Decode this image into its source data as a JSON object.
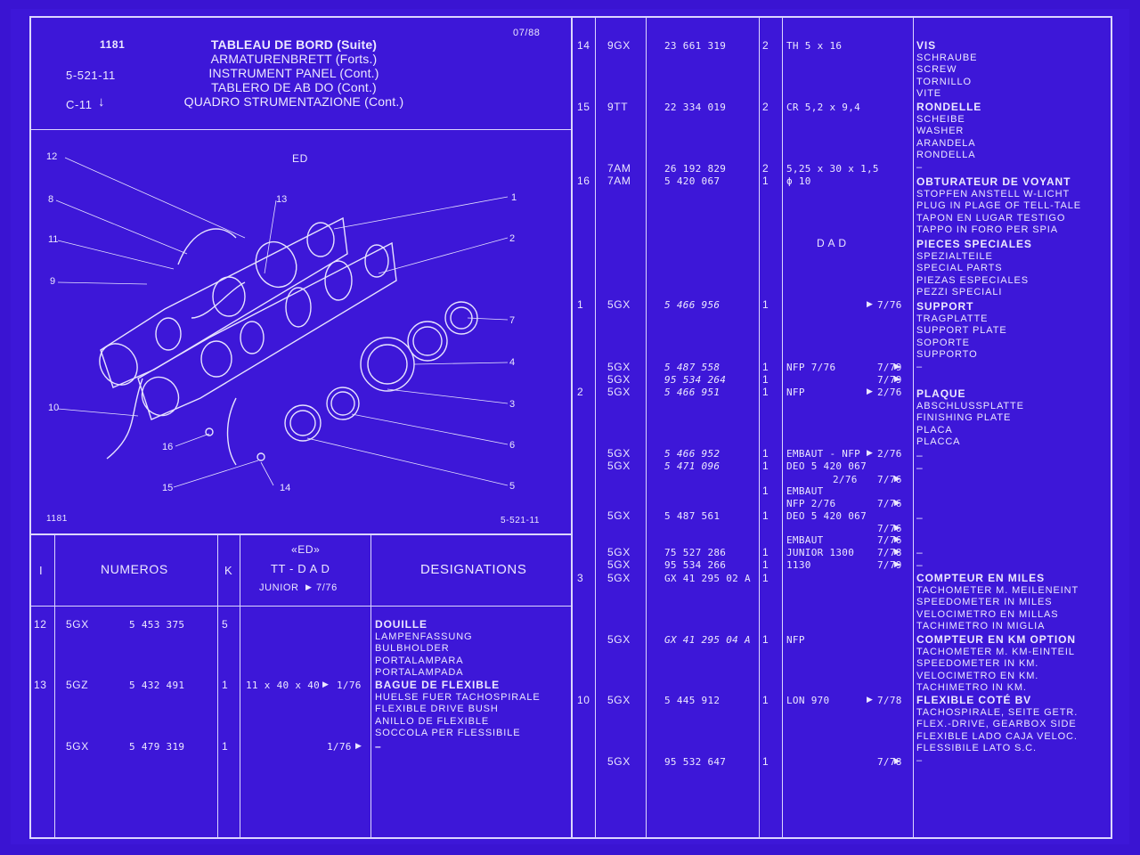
{
  "header": {
    "page_no": "1181",
    "date": "07/88",
    "ref_left": "5-521-11",
    "ref_c": "C-11",
    "titles": [
      "TABLEAU DE BORD (Suite)",
      "ARMATURENBRETT (Forts.)",
      "INSTRUMENT PANEL (Cont.)",
      "TABLERO DE AB    DO (Cont.)",
      "QUADRO STRUMENTAZIONE (Cont.)"
    ]
  },
  "diagram": {
    "model_label": "ED",
    "footer_left": "1181",
    "footer_right": "5-521-11",
    "callouts": [
      "12",
      "8",
      "11",
      "9",
      "10",
      "16",
      "15",
      "14",
      "13",
      "1",
      "2",
      "7",
      "4",
      "3",
      "6",
      "5"
    ]
  },
  "table_header": {
    "col_i": "I",
    "col_numeros": "NUMEROS",
    "col_k": "K",
    "model_ed": "«ED»",
    "model_ttdad": "TT - D A D",
    "model_junior": "JUNIOR",
    "model_junior_date": "7/76",
    "col_designations": "DESIGNATIONS"
  },
  "left_rows": [
    {
      "item": "12",
      "code": "5GX",
      "number": "5 453 375",
      "k": "5",
      "note": "",
      "date": "",
      "desc": [
        "DOUILLE",
        "LAMPENFASSUNG",
        "BULBHOLDER",
        "PORTALAMPARA",
        "PORTALAMPADA"
      ]
    },
    {
      "item": "13",
      "code": "5GZ",
      "number": "5 432 491",
      "k": "1",
      "note": "11 x 40 x 40",
      "date": "1/76",
      "desc": [
        "BAGUE DE FLEXIBLE",
        "HUELSE FUER TACHOSPIRALE",
        "FLEXIBLE DRIVE BUSH",
        "ANILLO DE FLEXIBLE",
        "SOCCOLA PER FLESSIBILE"
      ]
    },
    {
      "item": "",
      "code": "5GX",
      "number": "5 479 319",
      "k": "1",
      "note": "",
      "date": "1/76",
      "desc": [
        "–"
      ]
    }
  ],
  "right_rows": [
    {
      "item": "14",
      "code": "9GX",
      "number": "23 661 319",
      "k": "2",
      "note": "TH 5 x 16",
      "date": ""
    },
    {
      "item": "15",
      "code": "9TT",
      "number": "22 334 019",
      "k": "2",
      "note": "CR 5,2 x 9,4",
      "date": ""
    },
    {
      "item": "",
      "code": "7AM",
      "number": "26 192 829",
      "k": "2",
      "note": "5,25 x 30 x 1,5",
      "date": ""
    },
    {
      "item": "16",
      "code": "7AM",
      "number": "5 420 067",
      "k": "1",
      "note": "ϕ 10",
      "date": ""
    },
    {
      "item": "1",
      "code": "5GX",
      "number": "5 466 956",
      "k": "1",
      "note": "",
      "date": "7/76"
    },
    {
      "item": "",
      "code": "5GX",
      "number": "5 487 558",
      "k": "1",
      "note": "NFP      7/76",
      "date": "7/79"
    },
    {
      "item": "",
      "code": "5GX",
      "number": "95 534 264",
      "k": "1",
      "note": "",
      "date": "7/79"
    },
    {
      "item": "2",
      "code": "5GX",
      "number": "5 466 951",
      "k": "1",
      "note": "NFP",
      "date": "2/76"
    },
    {
      "item": "",
      "code": "5GX",
      "number": "5 466 952",
      "k": "1",
      "note": "EMBAUT - NFP",
      "date": "2/76"
    },
    {
      "item": "",
      "code": "5GX",
      "number": "5 471 096",
      "k": "1",
      "note": "DEO 5 420 067",
      "date": ""
    },
    {
      "item": "",
      "code": "",
      "number": "",
      "k": "",
      "note": "2/76",
      "date": "7/76"
    },
    {
      "item": "",
      "code": "",
      "number": "",
      "k": "1",
      "note": "EMBAUT",
      "date": ""
    },
    {
      "item": "",
      "code": "",
      "number": "",
      "k": "",
      "note": "NFP      2/76",
      "date": "7/76"
    },
    {
      "item": "",
      "code": "5GX",
      "number": "5 487 561",
      "k": "1",
      "note": "DEO 5 420 067",
      "date": ""
    },
    {
      "item": "",
      "code": "",
      "number": "",
      "k": "",
      "note": "",
      "date": "7/76"
    },
    {
      "item": "",
      "code": "",
      "number": "",
      "k": "",
      "note": "EMBAUT",
      "date": "7/76"
    },
    {
      "item": "",
      "code": "5GX",
      "number": "75 527 286",
      "k": "1",
      "note": "JUNIOR 1300",
      "date": "7/78"
    },
    {
      "item": "",
      "code": "5GX",
      "number": "95 534 266",
      "k": "1",
      "note": "1130",
      "date": "7/79"
    },
    {
      "item": "3",
      "code": "5GX",
      "number": "GX 41 295 02 A",
      "k": "1",
      "note": "",
      "date": ""
    },
    {
      "item": "",
      "code": "5GX",
      "number": "GX 41 295 04 A",
      "k": "1",
      "note": "NFP",
      "date": ""
    },
    {
      "item": "10",
      "code": "5GX",
      "number": "5 445 912",
      "k": "1",
      "note": "LON 970",
      "date": "7/78"
    },
    {
      "item": "",
      "code": "5GX",
      "number": "95 532 647",
      "k": "1",
      "note": "",
      "date": "7/78"
    }
  ],
  "right_designations": [
    [
      "VIS",
      "SCHRAUBE",
      "SCREW",
      "TORNILLO",
      "VITE"
    ],
    [
      "RONDELLE",
      "SCHEIBE",
      "WASHER",
      "ARANDELA",
      "RONDELLA",
      "–"
    ],
    [
      "OBTURATEUR DE VOYANT",
      "STOPFEN ANSTELL W-LICHT",
      "PLUG IN PLAGE OF TELL-TALE",
      "TAPON EN LUGAR TESTIGO",
      "TAPPO IN FORO PER SPIA"
    ],
    [
      "PIECES SPECIALES",
      "SPEZIALTEILE",
      "SPECIAL PARTS",
      "PIEZAS ESPECIALES",
      "PEZZI SPECIALI"
    ],
    [
      "SUPPORT",
      "TRAGPLATTE",
      "SUPPORT PLATE",
      "SOPORTE",
      "SUPPORTO",
      "–"
    ],
    [
      "PLAQUE",
      "ABSCHLUSSPLATTE",
      "FINISHING PLATE",
      "PLACA",
      "PLACCA"
    ],
    [
      "–"
    ],
    [
      "–"
    ],
    [
      "–"
    ],
    [
      "–"
    ],
    [
      "–"
    ],
    [
      "COMPTEUR EN MILES",
      "TACHOMETER M. MEILENEINT",
      "SPEEDOMETER IN MILES",
      "VELOCIMETRO EN MILLAS",
      "TACHIMETRO IN MIGLIA"
    ],
    [
      "COMPTEUR EN KM OPTION",
      "TACHOMETER M. KM-EINTEIL",
      "SPEEDOMETER IN KM.",
      "VELOCIMETRO EN KM.",
      "TACHIMETRO IN KM."
    ],
    [
      "FLEXIBLE COTÉ BV",
      "TACHOSPIRALE, SEITE GETR.",
      "FLEX.-DRIVE, GEARBOX SIDE",
      "FLEXIBLE LADO CAJA VELOC.",
      "FLESSIBILE LATO S.C.",
      "–"
    ]
  ],
  "section_dad": "D A D",
  "arrow_glyph": "▶",
  "down_arrow": "↓"
}
